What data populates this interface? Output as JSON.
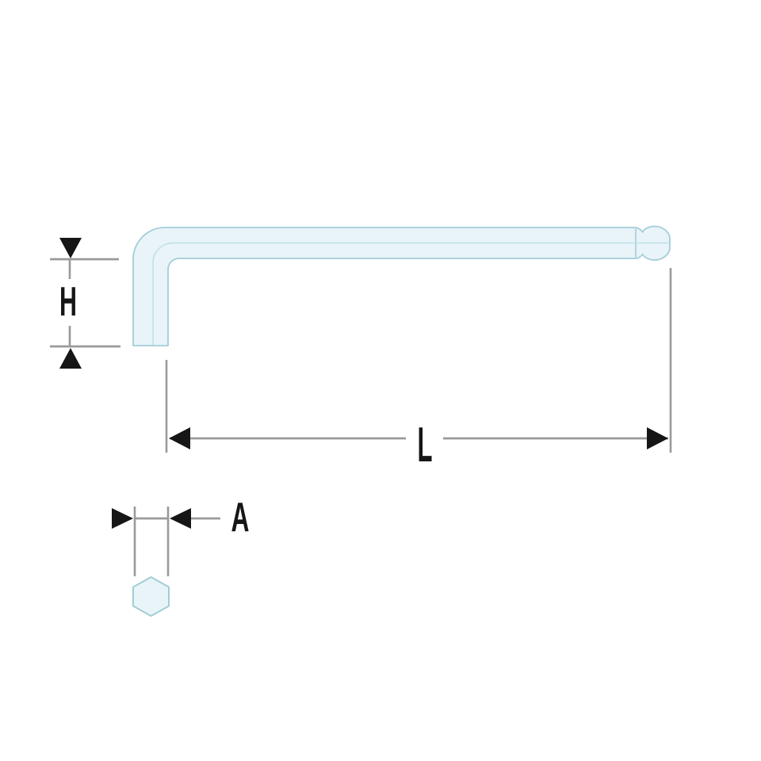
{
  "diagram": {
    "subject": "ball-end-hex-key-dimension-drawing",
    "labels": {
      "height_dim": "H",
      "length_dim": "L",
      "width_dim": "A"
    },
    "colors": {
      "tool_fill": "#e9f4f8",
      "tool_outline": "#a2cdd7",
      "tool_centerline": "#c0dfe6",
      "dimension_line": "#9a9a9a",
      "marker_black": "#161616",
      "background": "#ffffff"
    }
  }
}
